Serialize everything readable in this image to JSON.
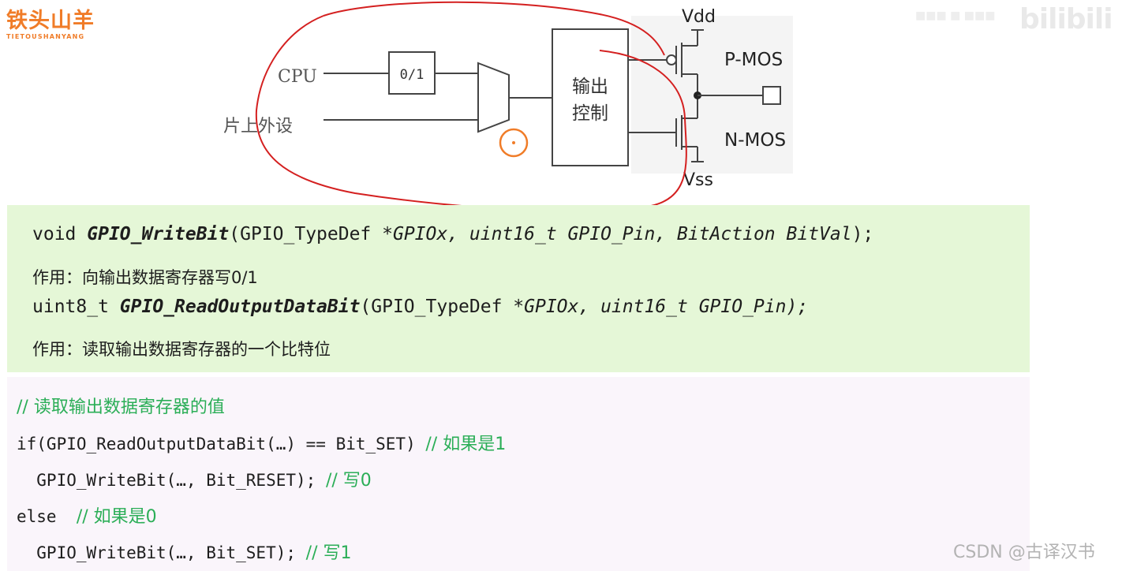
{
  "logo": {
    "main": "铁头山羊",
    "sub": "TIETOUSHANYANG"
  },
  "watermark": {
    "bilibili": "bilibili",
    "csdn": "CSDN @古译汉书"
  },
  "circuit": {
    "cpu_label": "CPU",
    "peripheral_label": "片上外设",
    "latch_label": "0/1",
    "control_label_line1": "输出",
    "control_label_line2": "控制",
    "vdd_label": "Vdd",
    "vss_label": "Vss",
    "pmos_label": "P-MOS",
    "nmos_label": "N-MOS"
  },
  "functions": {
    "write_prefix": "void ",
    "write_name": "GPIO_WriteBit",
    "write_params_a": "(GPIO_TypeDef *",
    "write_params_b": "GPIOx, uint16_t GPIO_Pin, BitAction BitVal",
    "write_params_c": ");",
    "write_desc": "作用：向输出数据寄存器写0/1",
    "read_prefix": "uint8_t ",
    "read_name": "GPIO_ReadOutputDataBit",
    "read_params_a": "(GPIO_TypeDef *",
    "read_params_b": "GPIOx, uint16_t GPIO_Pin);",
    "read_desc": "作用：读取输出数据寄存器的一个比特位"
  },
  "code": {
    "l1_comment": "// 读取输出数据寄存器的值",
    "l2_code": "if(GPIO_ReadOutputDataBit(…) == Bit_SET) ",
    "l2_comment": "// 如果是1",
    "l3_code": "  GPIO_WriteBit(…, Bit_RESET); ",
    "l3_comment": "// 写0",
    "l4_code": "else  ",
    "l4_comment": "// 如果是0",
    "l5_code": "  GPIO_WriteBit(…, Bit_SET); ",
    "l5_comment": "// 写1"
  },
  "colors": {
    "logo": "#f07c28",
    "annotation_red": "#d42020",
    "cursor_orange": "#f07c28",
    "func_bg": "#e5f7d7",
    "code_bg": "#faf5fb",
    "comment_green": "#2bae57"
  }
}
